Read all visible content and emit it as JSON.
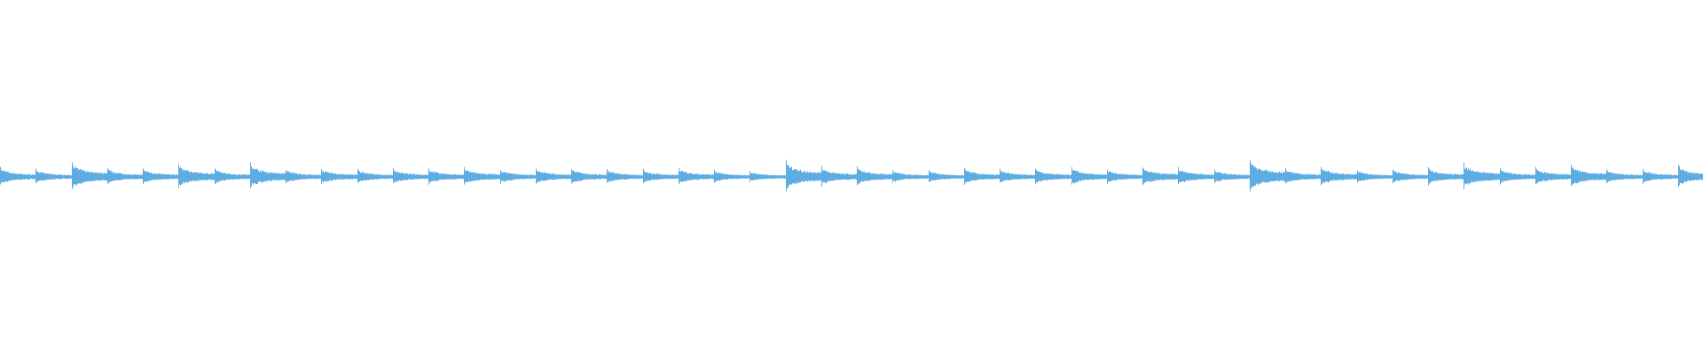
{
  "waveform": {
    "color": "#5DADE2",
    "background": "#FFFFFF",
    "onset_peaks": [
      0.55,
      0.45,
      0.85,
      0.5,
      0.5,
      0.75,
      0.5,
      0.8,
      0.45,
      0.5,
      0.45,
      0.5,
      0.5,
      0.55,
      0.45,
      0.5,
      0.5,
      0.45,
      0.45,
      0.5,
      0.4,
      0.35,
      0.95,
      0.6,
      0.6,
      0.4,
      0.4,
      0.5,
      0.45,
      0.5,
      0.55,
      0.45,
      0.6,
      0.55,
      0.45,
      1.0,
      0.5,
      0.6,
      0.4,
      0.45,
      0.55,
      0.8,
      0.5,
      0.55,
      0.7,
      0.45,
      0.45,
      0.75
    ]
  }
}
